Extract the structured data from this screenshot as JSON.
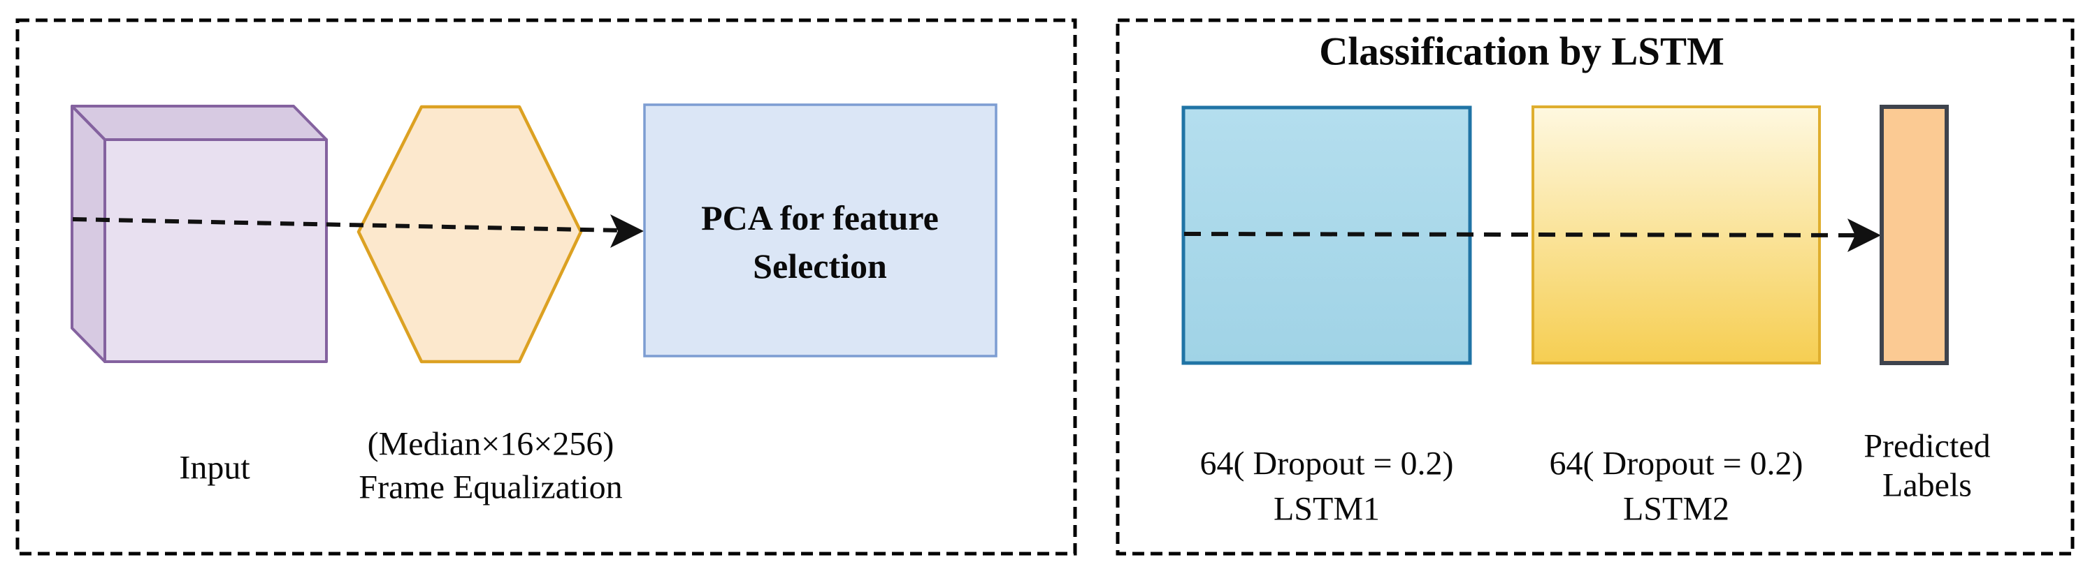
{
  "diagram": {
    "left_panel": {
      "input_label": "Input",
      "hexagon_caption_line1": "(Median×16×256)",
      "hexagon_caption_line2": "Frame Equalization",
      "pca_box_line1": "PCA for feature",
      "pca_box_line2": "Selection"
    },
    "right_panel": {
      "title": "Classification by LSTM",
      "lstm1_caption_line1": "64( Dropout = 0.2)",
      "lstm1_caption_line2": "LSTM1",
      "lstm2_caption_line1": "64( Dropout = 0.2)",
      "lstm2_caption_line2": "LSTM2",
      "predicted_caption_line1": "Predicted",
      "predicted_caption_line2": "Labels"
    },
    "colors": {
      "background": "#ffffff",
      "dashed_border": "#000000",
      "arrow": "#111111",
      "cube_front": "#e8e0f0",
      "cube_side": "#d7cae2",
      "cube_stroke": "#84629f",
      "hexagon_fill": "#fce8cd",
      "hexagon_stroke": "#dca122",
      "pca_fill": "#dbe6f6",
      "pca_stroke": "#7d9dd2",
      "lstm1_top": "#b4deee",
      "lstm1_bottom": "#a0d3e6",
      "lstm1_stroke": "#2074a5",
      "lstm2_top": "#fef8e0",
      "lstm2_bottom": "#f6ce52",
      "lstm2_stroke": "#dfae2e",
      "predicted_fill": "#fbca93",
      "predicted_stroke": "#3e434d",
      "text": "#0a0a0a"
    }
  }
}
